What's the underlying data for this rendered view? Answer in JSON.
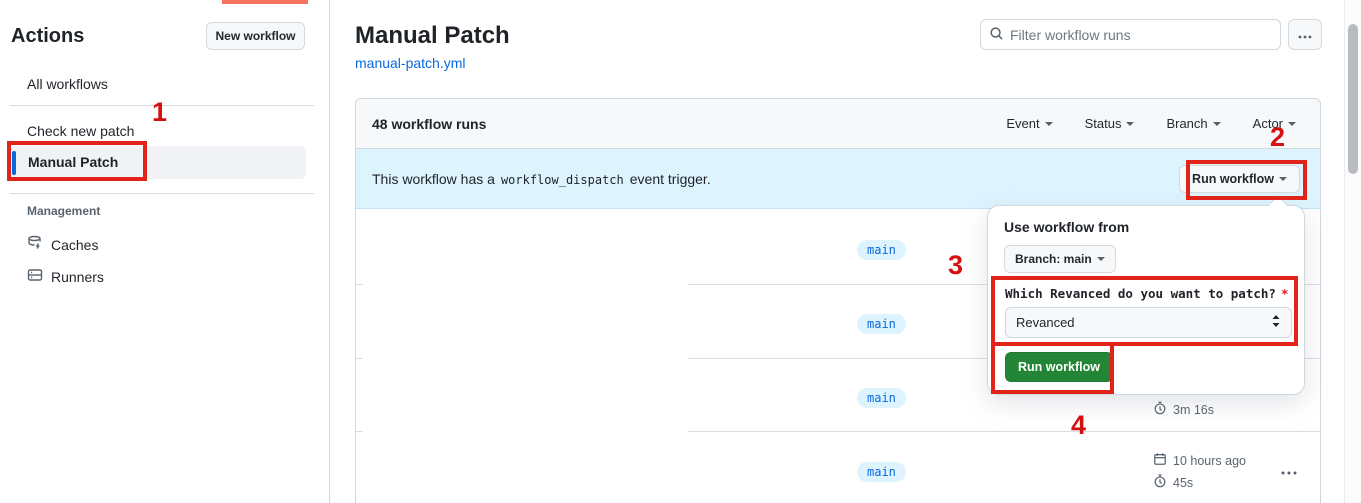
{
  "colors": {
    "accent_blue": "#0969da",
    "banner_blue_bg": "#ddf4ff",
    "success_green": "#238636",
    "annotation_red": "#e02419",
    "header_gray": "#f6f8fa"
  },
  "icons": {
    "search": "magnifier",
    "kebab": "horizontal-dots",
    "caret_down": "triangle-down",
    "updown": "select-chevrons",
    "stopwatch": "stopwatch",
    "calendar": "calendar",
    "cache": "database-with-bolt",
    "runner": "server-rack"
  },
  "sidebar": {
    "title": "Actions",
    "new_workflow": "New workflow",
    "all_workflows": "All workflows",
    "workflows": [
      "Check new patch",
      "Manual Patch"
    ],
    "management_label": "Management",
    "management_items": [
      "Caches",
      "Runners"
    ]
  },
  "header": {
    "title": "Manual Patch",
    "file_link": "manual-patch.yml",
    "filter_placeholder": "Filter workflow runs"
  },
  "runs_panel": {
    "count_label": "48 workflow runs",
    "filters": [
      {
        "label": "Event"
      },
      {
        "label": "Status"
      },
      {
        "label": "Branch"
      },
      {
        "label": "Actor"
      }
    ],
    "banner": {
      "text_before": "This workflow has a",
      "code": "workflow_dispatch",
      "text_after": "event trigger.",
      "run_button": "Run workflow"
    },
    "runs": [
      {
        "branch": "main"
      },
      {
        "branch": "main"
      },
      {
        "branch": "main",
        "duration": "3m 16s"
      },
      {
        "branch": "main",
        "time_ago": "10 hours ago",
        "duration": "45s"
      }
    ]
  },
  "popup": {
    "title": "Use workflow from",
    "branch_button": "Branch: main",
    "input_label": "Which Revanced do you want to patch?",
    "required_mark": "*",
    "select_value": "Revanced",
    "run_button": "Run workflow"
  },
  "annotation": {
    "labels": [
      "1",
      "2",
      "3",
      "4"
    ]
  }
}
